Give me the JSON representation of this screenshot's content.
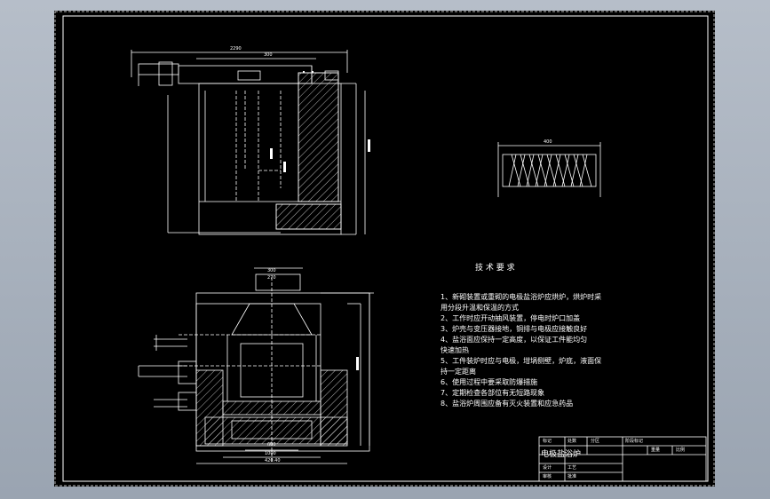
{
  "drawing": {
    "tech_requirements": {
      "heading": "技 术 要 求",
      "lines": [
        "1、新砌装置或重砌的电极盐浴炉应烘炉，烘炉时采",
        "用分段升温和保温的方式",
        "2、工作时应开动抽风装置，停电时炉口加盖",
        "3、炉壳与变压器接地，铜排与电极应接触良好",
        "4、盐浴面应保持一定高度，以保证工件能均匀",
        "快速加热",
        "5、工件装炉时应与电极，坩埚侧壁，炉底，液面保",
        "持一定距离",
        "6、使用过程中要采取防爆措施",
        "7、定期检查各部位有无短路现象",
        "8、盐浴炉周围应备有灭火装置和应急药品"
      ]
    },
    "title_block": {
      "name": "电极盐浴炉",
      "labels": [
        "标记",
        "处数",
        "分区",
        "设计",
        "审核",
        "工艺",
        "批准",
        "阶段标记",
        "重量",
        "比例"
      ]
    },
    "dimensions": {
      "top_view": [
        "2290",
        "300"
      ],
      "coil": [
        "400"
      ],
      "front_view": [
        "300",
        "270",
        "600",
        "1000",
        "420.40"
      ]
    },
    "colors": {
      "background": "#000000",
      "line": "#ffffff",
      "frame": "#ffffff"
    }
  }
}
